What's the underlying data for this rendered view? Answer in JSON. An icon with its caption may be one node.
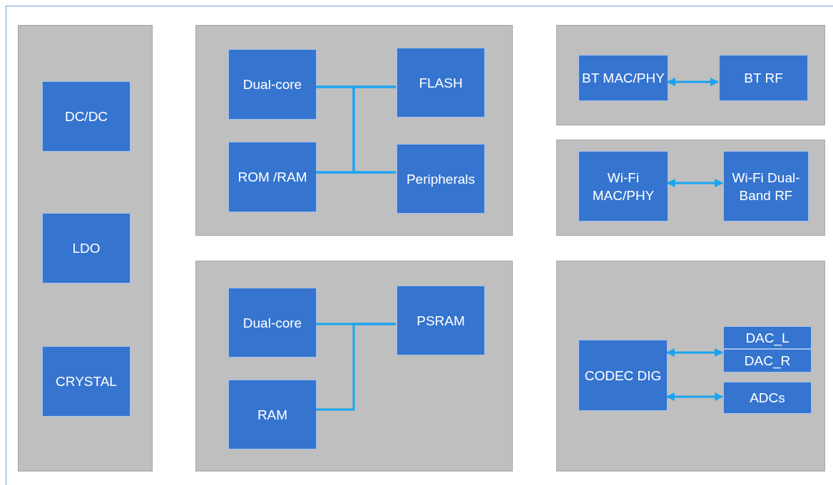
{
  "diagram": {
    "nodes": [
      {
        "text": [],
        "shape": "box"
      },
      {
        "text": [
          "DC/DC"
        ],
        "in": 0
      },
      {
        "text": [
          "LDO"
        ],
        "in": 0
      },
      {
        "text": [
          "CRYSTAL"
        ],
        "in": 0
      },
      {
        "text": [],
        "shape": "box"
      },
      {
        "text": [
          "Dual-core"
        ],
        "in": 4
      },
      {
        "text": [
          "FLASH"
        ],
        "in": 4
      },
      {
        "text": [
          "ROM /RAM"
        ],
        "in": 4
      },
      {
        "text": [
          "Peripherals"
        ],
        "in": 4
      },
      {
        "text": [],
        "shape": "box"
      },
      {
        "text": [
          "BT MAC/PHY"
        ],
        "in": 9
      },
      {
        "text": [
          "BT RF"
        ],
        "in": 9
      },
      {
        "text": [],
        "shape": "box"
      },
      {
        "text": [
          "Wi-Fi MAC/PHY"
        ],
        "in": 12
      },
      {
        "text": [
          "Wi-Fi Dual-Band RF"
        ],
        "in": 12
      },
      {
        "text": [],
        "shape": "box"
      },
      {
        "text": [
          "Dual-core"
        ],
        "in": 15
      },
      {
        "text": [
          "PSRAM"
        ],
        "in": 15
      },
      {
        "text": [
          "RAM"
        ],
        "in": 15
      },
      {
        "text": [],
        "shape": "box"
      },
      {
        "text": [
          "CODEC DIG"
        ],
        "in": 19
      },
      {
        "text": [
          "DAC_L"
        ],
        "in": 19
      },
      {
        "text": [
          "DAC_R"
        ],
        "in": 19
      },
      {
        "text": [
          "ADCs"
        ],
        "in": 19
      }
    ],
    "edges": [
      {
        "from": 5,
        "to": 6,
        "arrow": "none"
      },
      {
        "from": 7,
        "to": 8,
        "arrow": "none"
      },
      {
        "from": 5,
        "to": 8,
        "arrow": "none"
      },
      {
        "from": 7,
        "to": 6,
        "arrow": "none"
      },
      {
        "from": 10,
        "to": 11,
        "arrow": "both"
      },
      {
        "from": 13,
        "to": 14,
        "arrow": "both"
      },
      {
        "from": 16,
        "to": 17,
        "arrow": "none"
      },
      {
        "from": 18,
        "to": 17,
        "arrow": "none"
      },
      {
        "from": 20,
        "to": 22,
        "arrow": "both"
      },
      {
        "from": 20,
        "to": 23,
        "arrow": "both"
      }
    ]
  }
}
